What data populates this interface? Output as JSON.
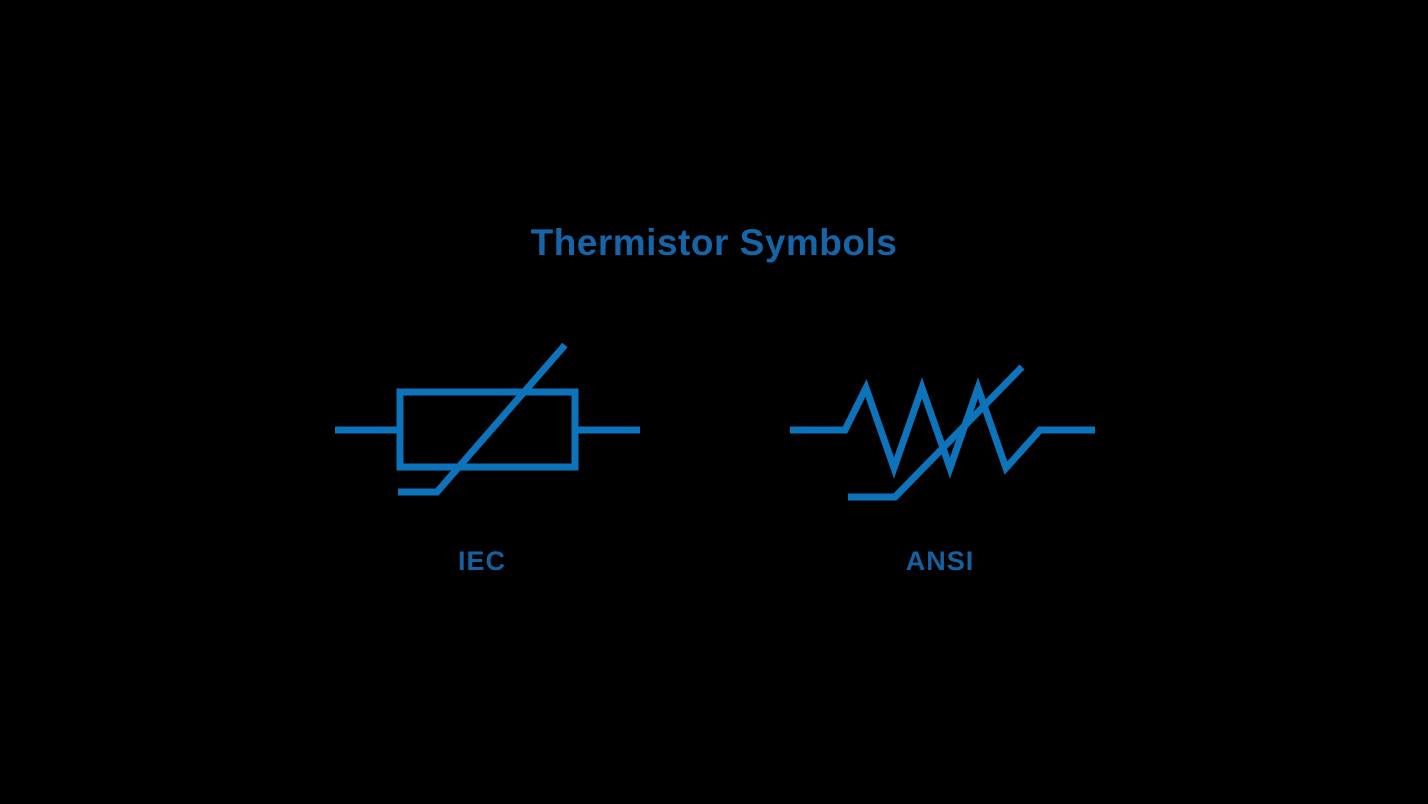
{
  "diagram": {
    "title": "Thermistor Symbols",
    "symbols": [
      {
        "id": "iec",
        "label": "IEC",
        "icon": "iec-thermistor-symbol",
        "shape": "rectangle body with through diagonal strike line and horizontal foot at lower left"
      },
      {
        "id": "ansi",
        "label": "ANSI",
        "icon": "ansi-thermistor-symbol",
        "shape": "zigzag resistor body with through diagonal strike line and horizontal foot at lower left"
      }
    ]
  },
  "colors": {
    "background": "#000000",
    "symbol": "#0d73bb",
    "title": "#1565a8",
    "label": "#15609f"
  }
}
